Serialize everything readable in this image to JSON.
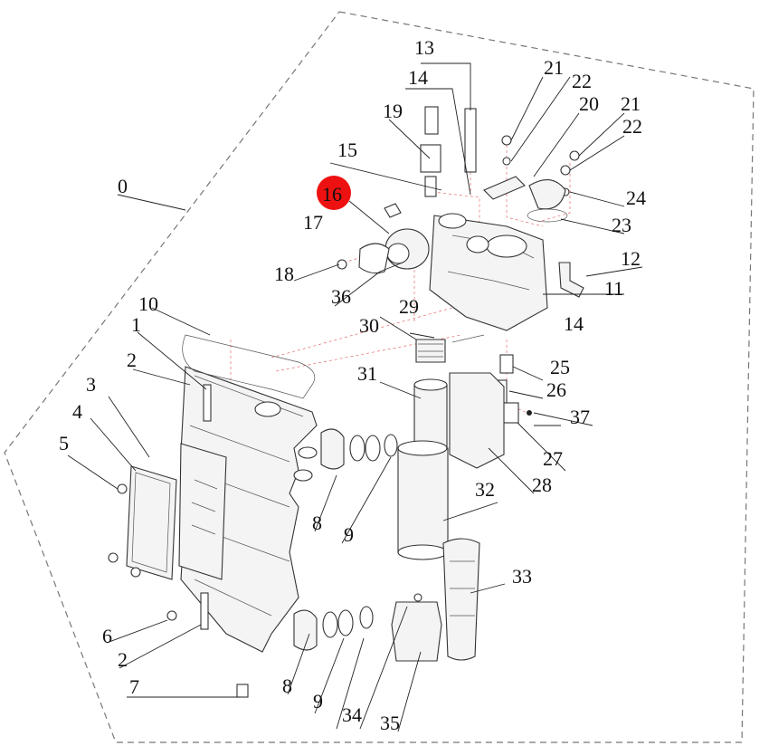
{
  "highlight": {
    "label": "16",
    "color": "#ee1111",
    "text_color": "#222222"
  },
  "callouts": {
    "c0": "0",
    "c1": "1",
    "c2a": "2",
    "c2b": "2",
    "c3": "3",
    "c4": "4",
    "c5": "5",
    "c6": "6",
    "c7": "7",
    "c8a": "8",
    "c8b": "8",
    "c9a": "9",
    "c9b": "9",
    "c10": "10",
    "c11": "11",
    "c12": "12",
    "c13": "13",
    "c14a": "14",
    "c14b": "14",
    "c15": "15",
    "c17": "17",
    "c18": "18",
    "c19": "19",
    "c20": "20",
    "c21a": "21",
    "c21b": "21",
    "c22a": "22",
    "c22b": "22",
    "c23": "23",
    "c24": "24",
    "c25": "25",
    "c26": "26",
    "c27": "27",
    "c28": "28",
    "c29": "29",
    "c30": "30",
    "c31": "31",
    "c32": "32",
    "c33": "33",
    "c34": "34",
    "c35": "35",
    "c36": "36",
    "c37": "37"
  },
  "icons": [
    "highlight-marker"
  ]
}
